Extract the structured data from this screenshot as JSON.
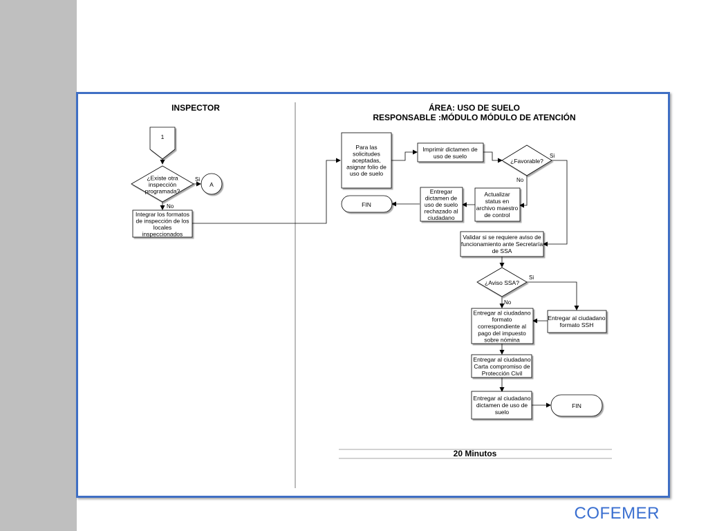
{
  "brand": "COFEMER",
  "lanes": {
    "left_title": "INSPECTOR",
    "right_title_1": "ÁREA: USO DE SUELO",
    "right_title_2": "RESPONSABLE :MÓDULO MÓDULO DE ATENCIÓN"
  },
  "nodes": {
    "connector_1": "1",
    "decision_otra": [
      "¿Existe otra",
      "inspección",
      "programada?"
    ],
    "connector_a": "A",
    "integrar": [
      "Integrar los formatos",
      "de inspección de los",
      "locales",
      "inspeccionados"
    ],
    "para_solicitudes": [
      "Para las",
      "solicitudes",
      "aceptadas,",
      "asignar folio de",
      "uso de suelo"
    ],
    "imprimir": [
      "Imprimir dictamen de",
      "uso de suelo"
    ],
    "favorable": "¿Favorable?",
    "fin_1": "FIN",
    "entregar_rechazado": [
      "Entregar",
      "dictamen  de",
      "uso de suelo",
      "rechazado al",
      "ciudadano"
    ],
    "actualizar": [
      "Actualizar",
      "status en",
      "archivo maestro",
      "de control"
    ],
    "validar": [
      "Validar si se  requiere aviso de",
      "funcionamiento  ante Secretaría",
      "de SSA"
    ],
    "aviso_ssa": "¿Aviso SSA?",
    "entregar_formato": [
      "Entregar al ciudadano",
      "formato",
      "correspondiente al",
      "pago del impuesto",
      "sobre nómina"
    ],
    "entregar_ssh": [
      "Entregar al ciudadano",
      "formato SSH"
    ],
    "entregar_carta": [
      "Entregar al ciudadano",
      "Carta compromiso de",
      "Protección Civil"
    ],
    "entregar_dictamen": [
      "Entregar al ciudadano",
      "dictamen de uso de",
      "suelo"
    ],
    "fin_2": "FIN"
  },
  "edge_labels": {
    "si_otra": "Si",
    "no_otra": "No",
    "si_favorable": "Si",
    "no_favorable": "No",
    "si_aviso": "Si",
    "no_aviso": "No"
  },
  "duration": "20 Minutos"
}
